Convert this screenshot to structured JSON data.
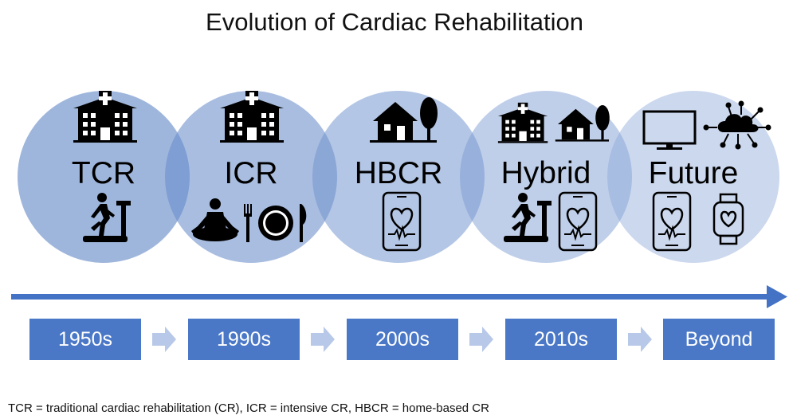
{
  "title": "Evolution of Cardiac Rehabilitation",
  "eras": [
    {
      "label": "TCR",
      "period": "1950s"
    },
    {
      "label": "ICR",
      "period": "1990s"
    },
    {
      "label": "HBCR",
      "period": "2000s"
    },
    {
      "label": "Hybrid",
      "period": "2010s"
    },
    {
      "label": "Future",
      "period": "Beyond"
    }
  ],
  "footnote": "TCR = traditional cardiac rehabilitation (CR), ICR = intensive CR, HBCR = home-based CR",
  "colors": {
    "circle_1": "#9fb6dc",
    "circle_2": "#a8bde0",
    "circle_3": "#b4c6e5",
    "circle_4": "#c0cfe9",
    "circle_5": "#ccd8ee",
    "overlap": "#7f9ed3",
    "arrow": "#4472c4",
    "decade_box": "#4a78c7",
    "chevron": "#b7c8e8"
  },
  "icons": {
    "era_1": [
      "hospital-icon",
      "treadmill-icon"
    ],
    "era_2": [
      "hospital-icon",
      "meditation-icon",
      "dining-icon"
    ],
    "era_3": [
      "house-icon",
      "tablet-heart-icon"
    ],
    "era_4": [
      "hospital-icon",
      "house-icon",
      "treadmill-icon",
      "tablet-heart-icon"
    ],
    "era_5": [
      "monitor-icon",
      "cloud-network-icon",
      "tablet-heart-icon",
      "smartwatch-icon"
    ]
  }
}
